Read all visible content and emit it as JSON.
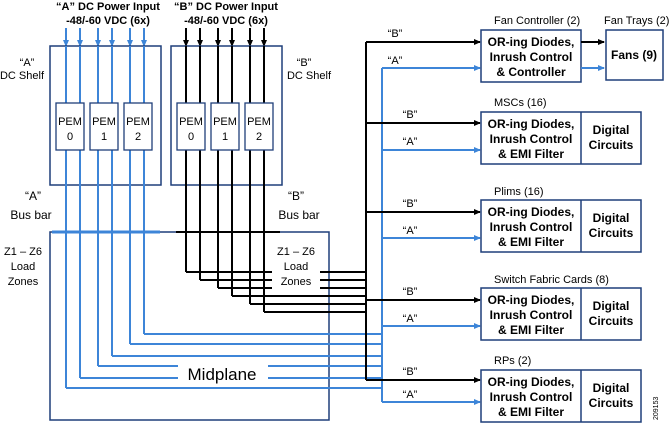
{
  "power_inputs": {
    "a": {
      "line1": "“A” DC Power Input",
      "line2": "-48/-60 VDC (6x)"
    },
    "b": {
      "line1": "“B” DC Power Input",
      "line2": "-48/-60 VDC (6x)"
    }
  },
  "shelves": {
    "a": {
      "line1": "“A”",
      "line2": "DC Shelf"
    },
    "b": {
      "line1": "“B”",
      "line2": "DC Shelf"
    }
  },
  "pems": {
    "a": [
      {
        "name": "PEM",
        "num": "0"
      },
      {
        "name": "PEM",
        "num": "1"
      },
      {
        "name": "PEM",
        "num": "2"
      }
    ],
    "b": [
      {
        "name": "PEM",
        "num": "0"
      },
      {
        "name": "PEM",
        "num": "1"
      },
      {
        "name": "PEM",
        "num": "2"
      }
    ]
  },
  "busbars": {
    "a": {
      "line1": "“A”",
      "line2": "Bus bar"
    },
    "b": {
      "line1": "“B”",
      "line2": "Bus bar"
    }
  },
  "load_zones": {
    "left": {
      "line1": "Z1 – Z6",
      "line2": "Load",
      "line3": "Zones"
    },
    "right": {
      "line1": "Z1 – Z6",
      "line2": "Load",
      "line3": "Zones"
    }
  },
  "midplane_label": "Midplane",
  "feed_labels": {
    "a": "“A”",
    "b": "“B”"
  },
  "oring": {
    "line1": "OR-ing Diodes,",
    "line2": "Inrush Control"
  },
  "fan_controller": {
    "title": "Fan Controller (2)",
    "line3": "& Controller"
  },
  "fan_trays": {
    "title": "Fan Trays (2)",
    "label": "Fans (9)"
  },
  "cards": [
    {
      "title": "MSCs (16)",
      "line3": "& EMI Filter",
      "digital1": "Digital",
      "digital2": "Circuits"
    },
    {
      "title": "Plims (16)",
      "line3": "& EMI Filter",
      "digital1": "Digital",
      "digital2": "Circuits"
    },
    {
      "title": "Switch Fabric Cards (8)",
      "line3": "& EMI Filter",
      "digital1": "Digital",
      "digital2": "Circuits"
    },
    {
      "title": "RPs (2)",
      "line3": "& EMI Filter",
      "digital1": "Digital",
      "digital2": "Circuits"
    }
  ],
  "figure_id": "209153",
  "colors": {
    "a_feed": "#3d85d8",
    "b_feed": "#000000",
    "box_stroke": "#1f3f7a"
  }
}
